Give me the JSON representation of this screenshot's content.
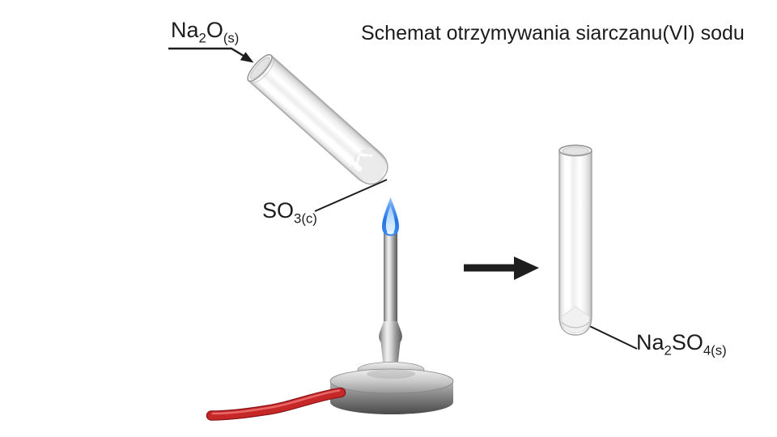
{
  "title": "Schemat otrzymywania siarczanu(VI) sodu",
  "labels": {
    "na2o": {
      "t1": "Na",
      "s1": "2",
      "t2": "O",
      "s2": "(s)"
    },
    "so3": {
      "t1": "SO",
      "s1": "3(c)"
    },
    "na2so4": {
      "t1": "Na",
      "s1": "2",
      "t2": "SO",
      "s2": "4(s)"
    }
  },
  "icons": {
    "tilted_test_tube": "glass test tube tilted over flame",
    "right_test_tube": "vertical glass test tube with white solid",
    "bunsen_burner": "metal micro burner with blue flame",
    "gas_hose": "red gas hose",
    "reaction_arrow": "black arrow pointing right"
  },
  "colors": {
    "text": "#1c1c1c",
    "line": "#1d1d1d",
    "flame_blue": "#2e7fe8",
    "flame_core": "#cfe9ff",
    "hose_red": "#c62828",
    "metal_gray": "#a8a8a8",
    "glass_edge": "#a9a9a9",
    "background": "#ffffff"
  }
}
